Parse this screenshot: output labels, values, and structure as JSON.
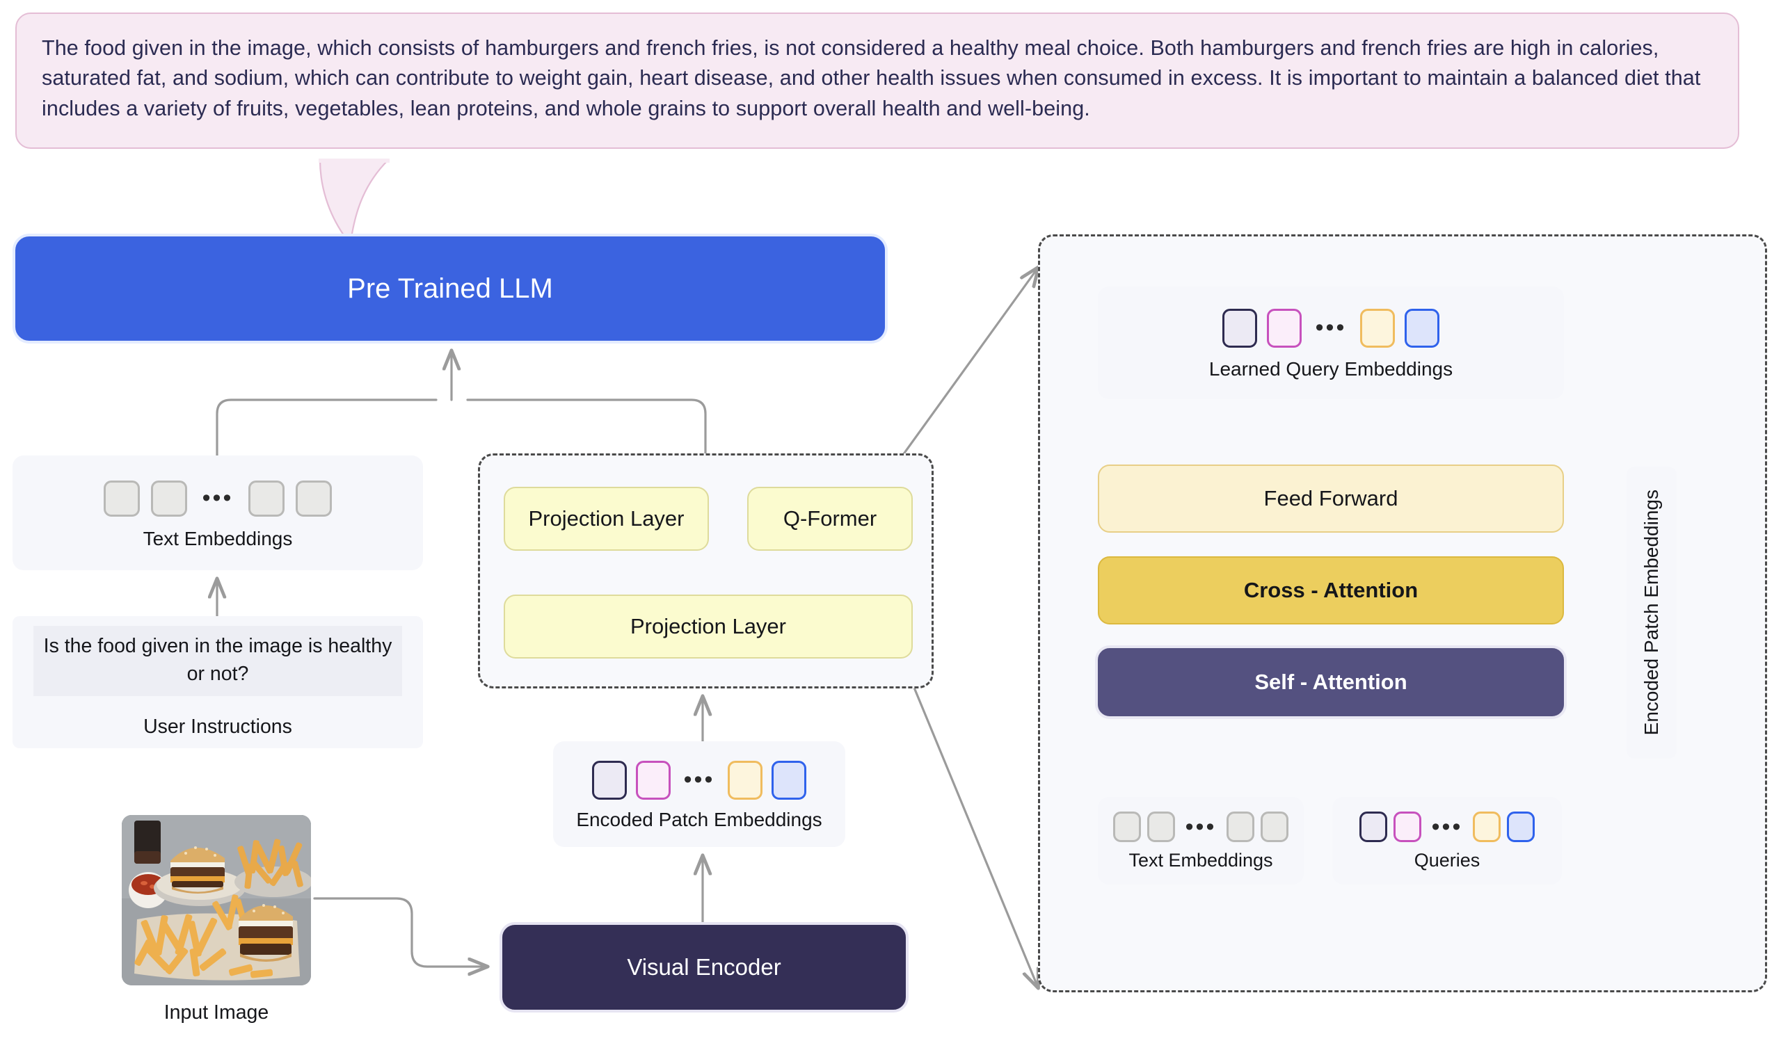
{
  "response_bubble": {
    "text": "The food given in the image, which consists of hamburgers and french fries, is not considered a healthy meal choice. Both hamburgers and french fries are high in calories, saturated fat, and sodium, which can contribute to weight gain, heart disease, and other health issues when consumed in excess. It is important to maintain a balanced diet that includes a variety of fruits, vegetables, lean proteins, and whole grains to support overall health and well-being.",
    "background_color": "#f7eaf3",
    "border_color": "#e4bdd5",
    "text_color": "#2b2b52"
  },
  "left_column": {
    "llm_block": {
      "label": "Pre Trained LLM",
      "color": "#3b63e0",
      "text_color": "#ffffff"
    },
    "text_embeddings_panel": {
      "label": "Text Embeddings",
      "tokens": [
        "grey",
        "grey",
        "ellipsis",
        "grey",
        "grey"
      ],
      "ellipsis": "•••"
    },
    "user_instructions": {
      "question": "Is the food given in the image is healthy or not?",
      "label": "User Instructions"
    },
    "input_image": {
      "caption": "Input Image",
      "alt": "hamburgers and french fries on plates"
    }
  },
  "middle_column": {
    "group_label": "connector-module",
    "projection_layer_top": {
      "label": "Projection Layer",
      "color": "#fbfbcf"
    },
    "q_former": {
      "label": "Q-Former",
      "color": "#fbfbcf"
    },
    "projection_layer_bottom": {
      "label": "Projection Layer",
      "color": "#fbfbcf"
    },
    "encoded_patch_embeddings_panel": {
      "label": "Encoded Patch Embeddings",
      "tokens": [
        "dark",
        "pink",
        "ellipsis",
        "amber",
        "blue"
      ],
      "ellipsis": "•••"
    },
    "visual_encoder": {
      "label": "Visual Encoder",
      "color": "#342f56",
      "text_color": "#ffffff"
    }
  },
  "right_panel": {
    "learned_query_embeddings": {
      "label": "Learned Query Embeddings",
      "tokens": [
        "dark",
        "pink",
        "ellipsis",
        "amber",
        "blue"
      ],
      "ellipsis": "•••"
    },
    "feed_forward": {
      "label": "Feed Forward",
      "color": "#fbf2d2"
    },
    "cross_attention": {
      "label": "Cross - Attention",
      "color": "#ecce5e"
    },
    "self_attention": {
      "label": "Self - Attention",
      "color": "#545180",
      "text_color": "#ffffff"
    },
    "text_embeddings_panel": {
      "label": "Text Embeddings",
      "tokens": [
        "grey",
        "grey",
        "ellipsis",
        "grey",
        "grey"
      ],
      "ellipsis": "•••"
    },
    "queries_panel": {
      "label": "Queries",
      "tokens": [
        "dark",
        "pink",
        "ellipsis",
        "amber",
        "blue"
      ],
      "ellipsis": "•••"
    },
    "side_input_label": "Encoded Patch Embeddings"
  },
  "colors": {
    "token_grey_fill": "#e9e9e7",
    "token_grey_border": "#b9b9b7",
    "token_dark_border": "#2e2b50",
    "token_pink_border": "#c751bd",
    "token_amber_border": "#f0bc5e",
    "token_blue_border": "#2f62ec",
    "arrow": "#9b9b9b",
    "panel_bg": "#f6f7fb"
  }
}
